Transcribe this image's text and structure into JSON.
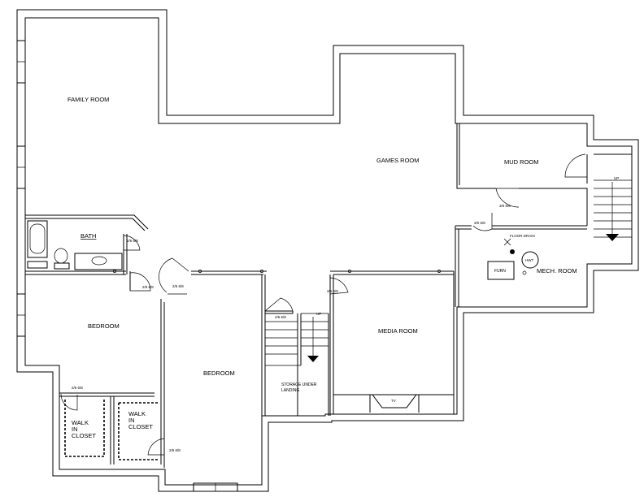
{
  "rooms": {
    "family_room": "FAMILY ROOM",
    "games_room": "GAMES ROOM",
    "mud_room": "MUD ROOM",
    "bath": "BATH",
    "bedroom_left": "BEDROOM",
    "bedroom_center": "BEDROOM",
    "media_room": "MEDIA ROOM",
    "mech_room": "MECH. ROOM",
    "storage_line1": "STORAGE UNDER",
    "storage_line2": "LANDING",
    "closet_left": [
      "WALK",
      "IN",
      "CLOSET"
    ],
    "closet_right": [
      "WALK",
      "IN",
      "CLOSET"
    ]
  },
  "doors": {
    "mud_room": "3/0 6/8",
    "mech_room": "3/0 6/8",
    "bath": "2/6 6/8",
    "bedroom_left": "2/6 6/8",
    "bedroom_center": "2/6 6/8",
    "stair_storage": "2/6 6/8",
    "media_room": "2/6 6/8",
    "closet": "2/6 6/8",
    "closet_lower": "2/6 6/8"
  },
  "fixtures": {
    "floor_drain": "FLOOR DRAIN",
    "furnace": "FURN",
    "water_heater": "HWT",
    "tv": "TV",
    "stair_up_main": "UP",
    "stair_up_exterior": "UP"
  }
}
